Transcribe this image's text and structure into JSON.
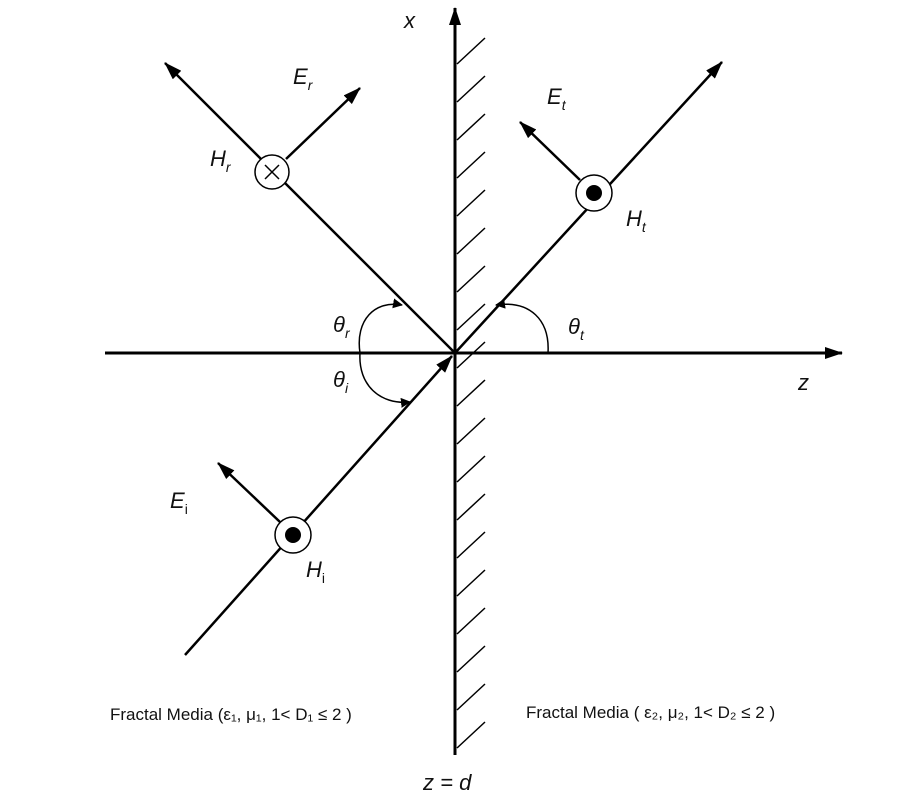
{
  "axes": {
    "x_label": "x",
    "z_label": "z",
    "boundary_label": "z = d"
  },
  "fields": {
    "reflected_E": {
      "main": "E",
      "sub": "r"
    },
    "reflected_H": {
      "main": "H",
      "sub": "r"
    },
    "transmitted_E": {
      "main": "E",
      "sub": "t"
    },
    "transmitted_H": {
      "main": "H",
      "sub": "t"
    },
    "incident_E": {
      "main": "E",
      "sub": "i"
    },
    "incident_H": {
      "main": "H",
      "sub": "i"
    }
  },
  "angles": {
    "reflected": {
      "main": "θ",
      "sub": "r"
    },
    "incident": {
      "main": "θ",
      "sub": "i"
    },
    "transmitted": {
      "main": "θ",
      "sub": "t"
    }
  },
  "media": {
    "left": "Fractal Media (ε₁, μ₁, 1< D₁ ≤ 2 )",
    "right": "Fractal Media ( ε₂, μ₂, 1< D₂ ≤ 2 )"
  }
}
